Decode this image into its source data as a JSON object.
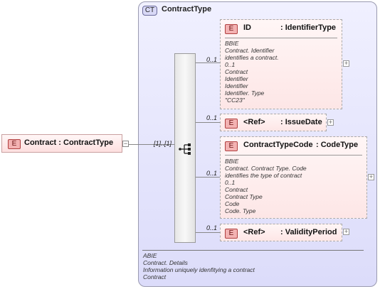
{
  "complex_type": {
    "tag": "CT",
    "name": "ContractType"
  },
  "root_element": {
    "tag": "E",
    "label": "Contract : ContractType",
    "collapse": "−"
  },
  "root_multiplicity": "[1]..[1]",
  "children": [
    {
      "tag": "E",
      "name": "ID",
      "type": ": IdentifierType",
      "multiplicity": "0..1",
      "plus": "+",
      "doc": [
        "BBIE",
        "Contract. Identifier",
        "identifies a contract.",
        "0..1",
        "Contract",
        "Identifier",
        "Identifier",
        "Identifier. Type",
        "\"CC23\""
      ]
    },
    {
      "tag": "E",
      "name": "<Ref>",
      "type": ": IssueDate",
      "multiplicity": "0..1",
      "plus": "+",
      "doc": []
    },
    {
      "tag": "E",
      "name": "ContractTypeCode",
      "type": ": CodeType",
      "multiplicity": "0..1",
      "plus": "+",
      "doc": [
        "BBIE",
        "Contract. Contract Type. Code",
        "identifies the type of contract",
        "0..1",
        "Contract",
        "Contract Type",
        "Code",
        "Code. Type"
      ]
    },
    {
      "tag": "E",
      "name": "<Ref>",
      "type": ": ValidityPeriod",
      "multiplicity": "0..1",
      "plus": "+",
      "doc": []
    }
  ],
  "ct_doc": [
    "ABIE",
    "Contract. Details",
    "Information uniquely idenfitying a contract",
    "Contract"
  ]
}
